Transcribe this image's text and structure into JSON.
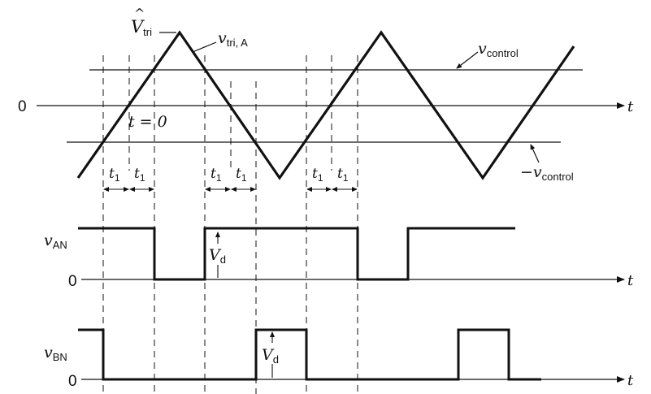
{
  "labels": {
    "vtri_peak_hat": "^",
    "vtri_peak_V": "V",
    "vtri_peak_sub": "tri",
    "vtri_A_v": "v",
    "vtri_A_sub": "tri, A",
    "vcontrol_v": "v",
    "vcontrol_sub": "control",
    "neg_vcontrol_minus": "−",
    "neg_vcontrol_v": "v",
    "neg_vcontrol_sub": "control",
    "zero_top": "0",
    "t_axis_top": "t",
    "t_eq_zero": "t = 0",
    "t1_main": "t",
    "t1_sub": "1",
    "van_v": "v",
    "van_sub": "AN",
    "zero_an": "0",
    "t_axis_an": "t",
    "vd_an_V": "V",
    "vd_an_sub": "d",
    "vbn_v": "v",
    "vbn_sub": "BN",
    "zero_bn": "0",
    "t_axis_bn": "t",
    "vd_bn_V": "V",
    "vd_bn_sub": "d"
  },
  "colors": {
    "ink": "#111111",
    "background": "#ffffff"
  }
}
